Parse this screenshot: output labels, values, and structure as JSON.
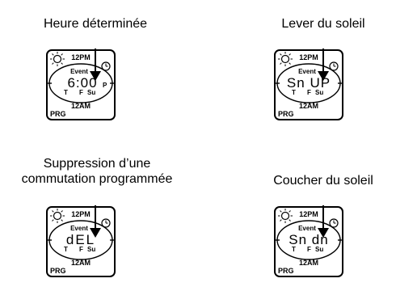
{
  "panels": [
    {
      "caption_lines": [
        "Heure déterminée"
      ],
      "display": {
        "top": "12PM",
        "event": "Event",
        "main": "6:00",
        "suffix": "P",
        "days": [
          "T",
          "F",
          "Su"
        ],
        "bottom": "12AM",
        "mode": "PRG"
      }
    },
    {
      "caption_lines": [
        "Lever du soleil"
      ],
      "display": {
        "top": "12PM",
        "event": "Event",
        "main": "Sn UP",
        "suffix": "",
        "days": [
          "T",
          "F",
          "Su"
        ],
        "bottom": "12AM",
        "mode": "PRG"
      }
    },
    {
      "caption_lines": [
        "Suppression d’une",
        "commutation programmée"
      ],
      "display": {
        "top": "12PM",
        "event": "Event",
        "main": "dEL",
        "suffix": "",
        "days": [
          "T",
          "F",
          "Su"
        ],
        "bottom": "12AM",
        "mode": "PRG"
      }
    },
    {
      "caption_lines": [
        "Coucher du soleil"
      ],
      "display": {
        "top": "12PM",
        "event": "Event",
        "main": "Sn dn",
        "suffix": "",
        "days": [
          "T",
          "F",
          "Su"
        ],
        "bottom": "12AM",
        "mode": "PRG"
      }
    }
  ]
}
